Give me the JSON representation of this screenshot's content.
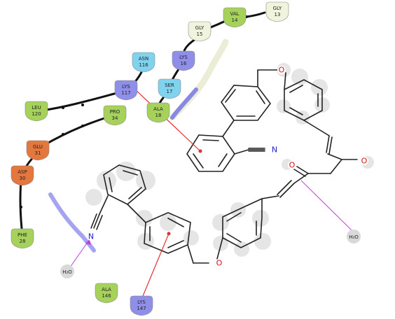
{
  "colors": {
    "hydrophobic": "#a6d15a",
    "polar": "#7fd3ee",
    "positive": "#8f8fea",
    "negative": "#e3773e",
    "glycine": "#f1f4dc",
    "water": "#d9d9d9",
    "nitrogen": "#1f1fd6",
    "oxygen": "#d11515",
    "pi_cation": "#e53030",
    "hbond": "#c040d8"
  },
  "residues": [
    {
      "id": "gly13",
      "name": "GLY",
      "num": "13",
      "type": "glycine"
    },
    {
      "id": "val14",
      "name": "VAL",
      "num": "14",
      "type": "hydrophobic"
    },
    {
      "id": "gly15",
      "name": "GLY",
      "num": "15",
      "type": "glycine"
    },
    {
      "id": "lys16",
      "name": "LYS",
      "num": "16",
      "type": "positive"
    },
    {
      "id": "ser17",
      "name": "SER",
      "num": "17",
      "type": "polar"
    },
    {
      "id": "ala18",
      "name": "ALA",
      "num": "18",
      "type": "hydrophobic"
    },
    {
      "id": "asn116",
      "name": "ASN",
      "num": "116",
      "type": "polar"
    },
    {
      "id": "lys117",
      "name": "LYS",
      "num": "117",
      "type": "positive"
    },
    {
      "id": "leu120",
      "name": "LEU",
      "num": "120",
      "type": "hydrophobic"
    },
    {
      "id": "pro34",
      "name": "PRO",
      "num": "34",
      "type": "hydrophobic"
    },
    {
      "id": "glu31",
      "name": "GLU",
      "num": "31",
      "type": "negative"
    },
    {
      "id": "asp30",
      "name": "ASP",
      "num": "30",
      "type": "negative"
    },
    {
      "id": "phe28",
      "name": "PHE",
      "num": "28",
      "type": "hydrophobic"
    },
    {
      "id": "ala146",
      "name": "ALA",
      "num": "146",
      "type": "hydrophobic"
    },
    {
      "id": "lys147",
      "name": "LYS",
      "num": "147",
      "type": "positive"
    }
  ],
  "atoms": {
    "o_ether_top": "O",
    "o_ether_bottom": "O",
    "o_ketone_right": "O",
    "o_ketone_mid": "O",
    "n_top": "N",
    "n_bottom": "N"
  },
  "waters": [
    {
      "id": "water-right",
      "label": "H₂O"
    },
    {
      "id": "water-left",
      "label": "H₂O"
    }
  ]
}
